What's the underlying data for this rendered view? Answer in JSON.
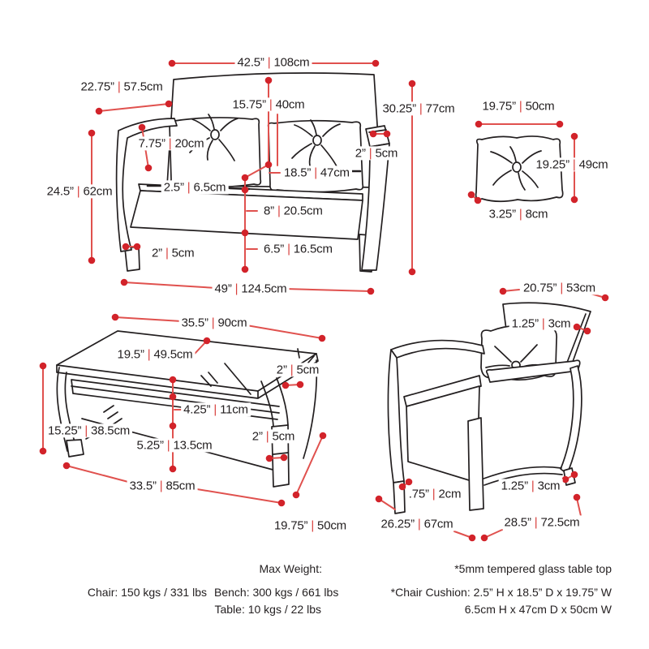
{
  "ui": {
    "separator": "|"
  },
  "colors": {
    "red_dot": "#d2232a",
    "red_line": "#e0514e",
    "ink": "#231f20"
  },
  "dimensions": {
    "bench": {
      "back_width": {
        "in": "42.5”",
        "cm": "108cm"
      },
      "back_diagonal": {
        "in": "22.75”",
        "cm": "57.5cm"
      },
      "cushion_width": {
        "in": "15.75”",
        "cm": "40cm"
      },
      "total_height": {
        "in": "30.25”",
        "cm": "77cm"
      },
      "arm_height": {
        "in": "7.75”",
        "cm": "20cm"
      },
      "armrest_width": {
        "in": "2”",
        "cm": "5cm"
      },
      "seat_depth": {
        "in": "18.5”",
        "cm": "47cm"
      },
      "seat_thickness": {
        "in": "2.5”",
        "cm": "6.5cm"
      },
      "apron_height": {
        "in": "8”",
        "cm": "20.5cm"
      },
      "ground_clearance": {
        "in": "6.5”",
        "cm": "16.5cm"
      },
      "leg_width": {
        "in": "2”",
        "cm": "5cm"
      },
      "side_height": {
        "in": "24.5”",
        "cm": "62cm"
      },
      "overall_width": {
        "in": "49”",
        "cm": "124.5cm"
      }
    },
    "cushion": {
      "width": {
        "in": "19.75”",
        "cm": "50cm"
      },
      "height": {
        "in": "19.25”",
        "cm": "49cm"
      },
      "thickness": {
        "in": "3.25”",
        "cm": "8cm"
      }
    },
    "table": {
      "top_width": {
        "in": "35.5”",
        "cm": "90cm"
      },
      "top_depth": {
        "in": "19.5”",
        "cm": "49.5cm"
      },
      "glass_inset": {
        "in": "2”",
        "cm": "5cm"
      },
      "apron_height": {
        "in": "4.25”",
        "cm": "11cm"
      },
      "leg_width": {
        "in": "2”",
        "cm": "5cm"
      },
      "height": {
        "in": "15.25”",
        "cm": "38.5cm"
      },
      "clearance": {
        "in": "5.25”",
        "cm": "13.5cm"
      },
      "base_width": {
        "in": "33.5”",
        "cm": "85cm"
      },
      "base_depth": {
        "in": "19.75”",
        "cm": "50cm"
      }
    },
    "chair": {
      "back_width": {
        "in": "20.75”",
        "cm": "53cm"
      },
      "back_thickness": {
        "in": "1.25”",
        "cm": "3cm"
      },
      "frame_thickness": {
        "in": "1.25”",
        "cm": "3cm"
      },
      "foot_height": {
        "in": ".75”",
        "cm": "2cm"
      },
      "overall_width": {
        "in": "26.25”",
        "cm": "67cm"
      },
      "overall_depth": {
        "in": "28.5”",
        "cm": "72.5cm"
      }
    }
  },
  "footer": {
    "max_weight_label": "Max Weight:",
    "chair_weight": "Chair: 150 kgs / 331 lbs",
    "bench_weight": "Bench: 300 kgs / 661 lbs",
    "table_weight": "Table: 10 kgs / 22 lbs",
    "glass_note": "*5mm tempered glass table top",
    "cushion_note_in": "*Chair Cushion: 2.5” H x 18.5” D x 19.75” W",
    "cushion_note_cm": "6.5cm H x 47cm D x 50cm W"
  }
}
